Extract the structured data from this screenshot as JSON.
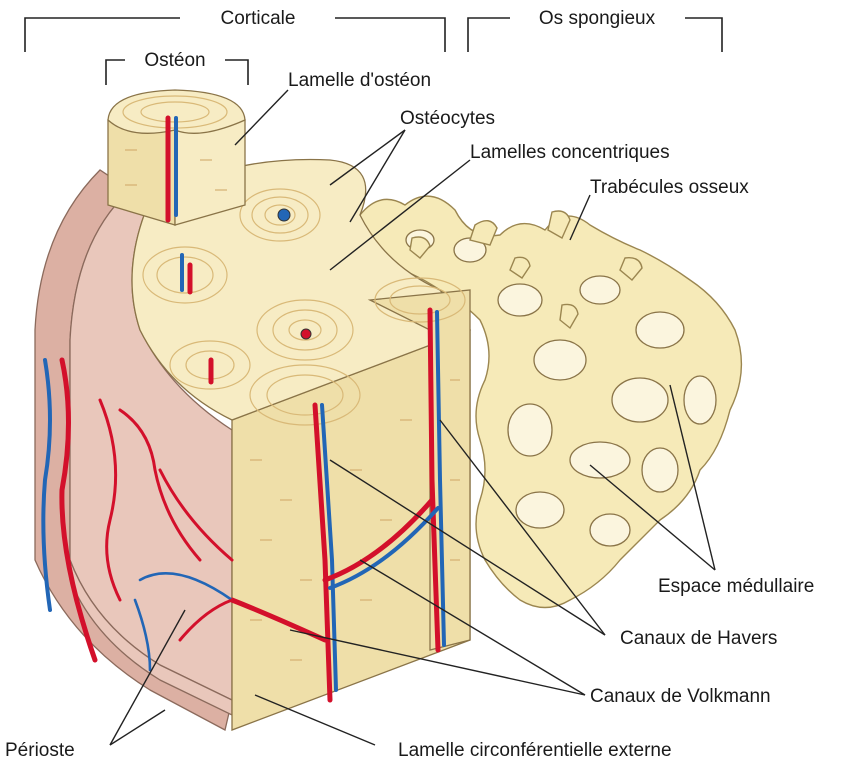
{
  "labels": {
    "corticale": "Corticale",
    "os_spongieux": "Os spongieux",
    "osteon": "Ostéon",
    "lamelle_osteon": "Lamelle d'ostéon",
    "osteocytes": "Ostéocytes",
    "lamelles_concentriques": "Lamelles concentriques",
    "trabecules": "Trabécules osseux",
    "espace_medullaire": "Espace médullaire",
    "canaux_havers": "Canaux de Havers",
    "canaux_volkmann": "Canaux de Volkmann",
    "perioste": "Périoste",
    "lamelle_circ": "Lamelle circonférentielle externe"
  },
  "colors": {
    "bone": "#f7ecc4",
    "periosteum": "#e9c7bb",
    "artery": "#d3102b",
    "vein": "#2266b6"
  }
}
